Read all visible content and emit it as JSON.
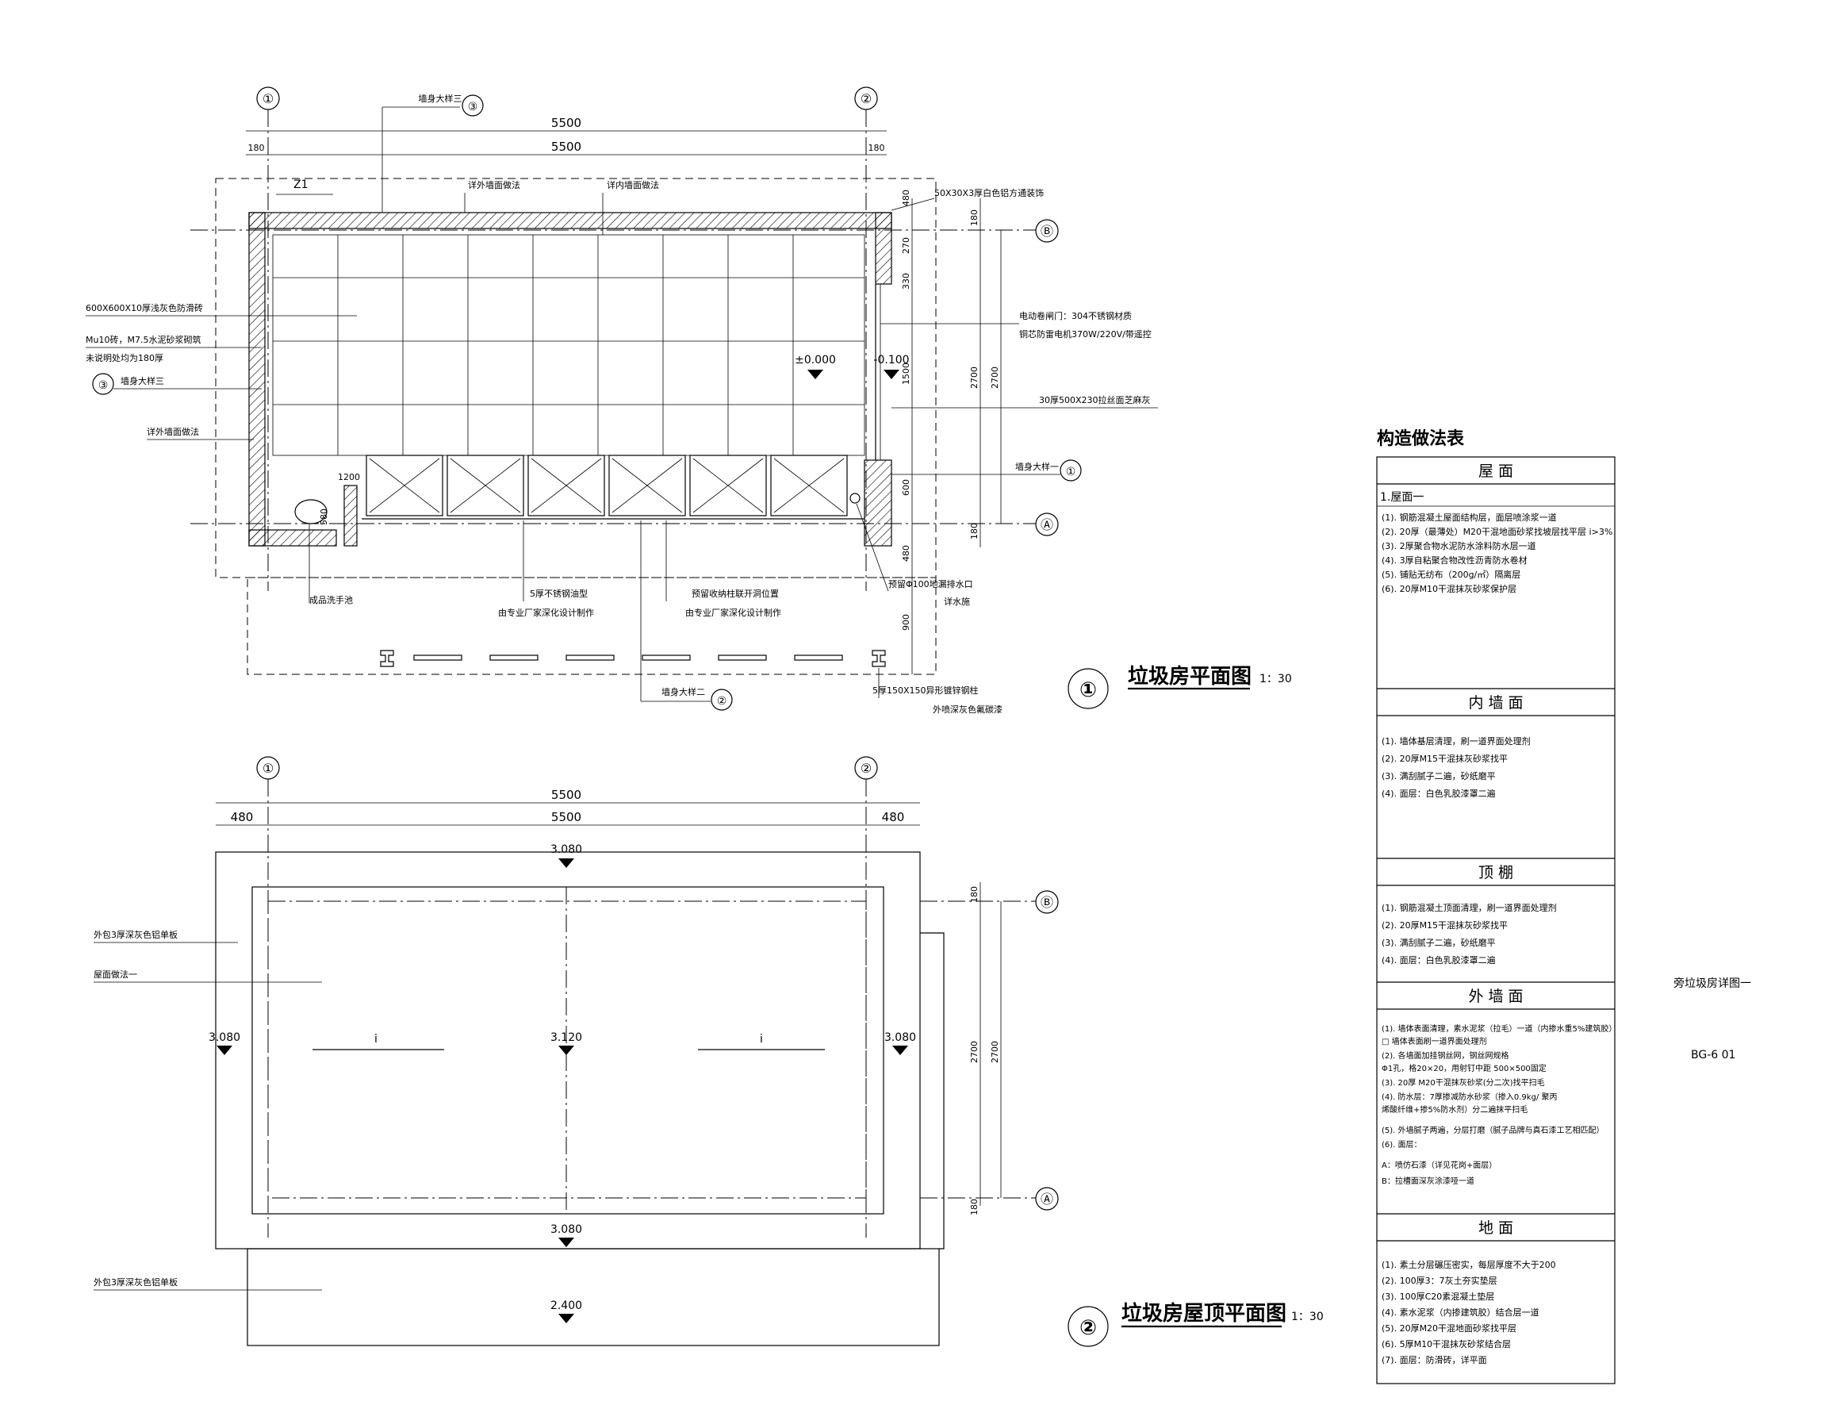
{
  "plan1": {
    "axis_1": "①",
    "axis_2": "②",
    "axis_b": "Ⓑ",
    "axis_a": "Ⓐ",
    "dim_total_top": "5500",
    "dim_axis": "5500",
    "dim_left_180": "180",
    "dim_right_180": "180",
    "callout_top": "墙身大样三",
    "callout_top_num": "③",
    "z1": "Z1",
    "note_ext_wall": "详外墙面做法",
    "note_int_wall": "详内墙面做法",
    "note_decor": "50X30X3厚白色铝方通装饰",
    "note_tile": "600X600X10厚浅灰色防滑砖",
    "note_brick_1": "Mu10砖，M7.5水泥砂浆砌筑",
    "note_brick_2": "未说明处均为180厚",
    "callout_left_num": "③",
    "callout_left": "墙身大样三",
    "note_ext_wall2": "详外墙面做法",
    "elev": "±0.000",
    "elev2": "-0.100",
    "note_door_1": "电动卷闸门：304不锈钢材质",
    "note_door_2": "铜芯防雷电机370W/220V/带遥控",
    "note_floor": "30厚500X230拉丝面芝麻灰",
    "callout_right": "墙身大样一",
    "callout_right_num": "①",
    "note_sink": "成品洗手池",
    "note_ss_1": "5厚不锈钢油型",
    "note_ss_2": "由专业厂家深化设计制作",
    "note_conn_1": "预留收纳柱联开洞位置",
    "note_conn_2": "由专业厂家深化设计制作",
    "note_drain_1": "预留Φ100地漏排水口",
    "note_drain_2": "详水施",
    "callout_bot": "墙身大样二",
    "callout_bot_num": "②",
    "note_post_1": "5厚150X150异形镀锌钢柱",
    "note_post_2": "外喷深灰色氟碳漆",
    "dims_right": [
      "480",
      "270",
      "330",
      "1500",
      "600",
      "480",
      "900"
    ],
    "dims_right_outer": [
      "180",
      "2700",
      "180"
    ],
    "dim_1200": "1200",
    "dim_580": "580",
    "title_num": "①",
    "title": "垃圾房平面图",
    "scale": "1：30"
  },
  "plan2": {
    "axis_1": "①",
    "axis_2": "②",
    "axis_b": "Ⓑ",
    "axis_a": "Ⓐ",
    "dim_total": "5500",
    "dim_axis": "5500",
    "dim_left": "480",
    "dim_right": "480",
    "elev_top": "3.080",
    "elev_left": "3.080",
    "elev_center": "3.120",
    "elev_right": "3.080",
    "elev_bottom": "3.080",
    "elev_ground": "2.400",
    "slope_l": "i",
    "slope_r": "i",
    "note_clad": "外包3厚深灰色铝单板",
    "note_roof": "屋面做法一",
    "note_clad2": "外包3厚深灰色铝单板",
    "dims_right": [
      "180",
      "2700",
      "180"
    ],
    "dim_right_outer": "2700",
    "title_num": "②",
    "title": "垃圾房屋顶平面图",
    "scale": "1：30"
  },
  "table": {
    "title": "构造做法表",
    "sec_roof": "屋    面",
    "roof_sub": "1.屋面一",
    "roof_items": [
      "(1).    钢筋混凝土屋面结构层，面层喷涂浆一道",
      "(2).    20厚（最薄处）M20干混地面砂浆找坡层找平层  i>3%",
      "(3).    2厚聚合物水泥防水涂料防水层一道",
      "(4).    3厚自粘聚合物改性沥青防水卷材",
      "(5).    铺贴无纺布（200g/㎡）隔离层",
      "(6).    20厚M10干混抹灰砂浆保护层"
    ],
    "sec_int": "内 墙 面",
    "int_items": [
      "(1).    墙体基层清理，刷一道界面处理剂",
      "(2).    20厚M15干混抹灰砂浆找平",
      "(3).    满刮腻子二遍，砂纸磨平",
      "(4).    面层：白色乳胶漆罩二遍"
    ],
    "sec_ceil": "顶    棚",
    "ceil_items": [
      "(1).    钢筋混凝土顶面清理，刷一道界面处理剂",
      "(2).    20厚M15干混抹灰砂浆找平",
      "(3).    满刮腻子二遍，砂纸磨平",
      "(4).    面层：白色乳胶漆罩二遍"
    ],
    "sec_ext": "外 墙 面",
    "ext_items": [
      "(1).  墙体表面清理，素水泥浆（拉毛）一道（内掺水重5%建筑胶）",
      "      □ 墙体表面刷一道界面处理剂",
      "(2).  各墙面加挂钢丝网，钢丝网规格",
      "      Φ1孔，格20×20，用射钉中距 500×500固定",
      "(3).  20厚 M20干混抹灰砂浆(分二次)找平扫毛",
      "(4).  防水层：7厚掺减防水砂浆（掺入0.9kg/    聚丙",
      "      烯酸纤维+掺5%防水剂）分二遍抹平扫毛",
      "(5).  外墙腻子两遍，分层打磨（腻子品牌与真石漆工艺相匹配）",
      "(6).  面层：",
      "      A：喷仿石漆（详见花岗+面层）",
      "      B：拉槽面深灰涂漆哑一道"
    ],
    "sec_floor": "地    面",
    "floor_items": [
      "(1).    素土分层碾压密实，每层厚度不大于200",
      "(2).    100厚3：7灰土夯实垫层",
      "(3).    100厚C20素混凝土垫层",
      "(4).    素水泥浆（内掺建筑胶）结合层一道",
      "(5).    20厚M20干混地面砂浆找平层",
      "(6).    5厚M10干混抹灰砂浆结合层",
      "(7).    面层：防滑砖，详平面"
    ]
  },
  "side": {
    "sheet_name": "旁垃圾房详图一",
    "sheet_no": "BG-6 01"
  }
}
